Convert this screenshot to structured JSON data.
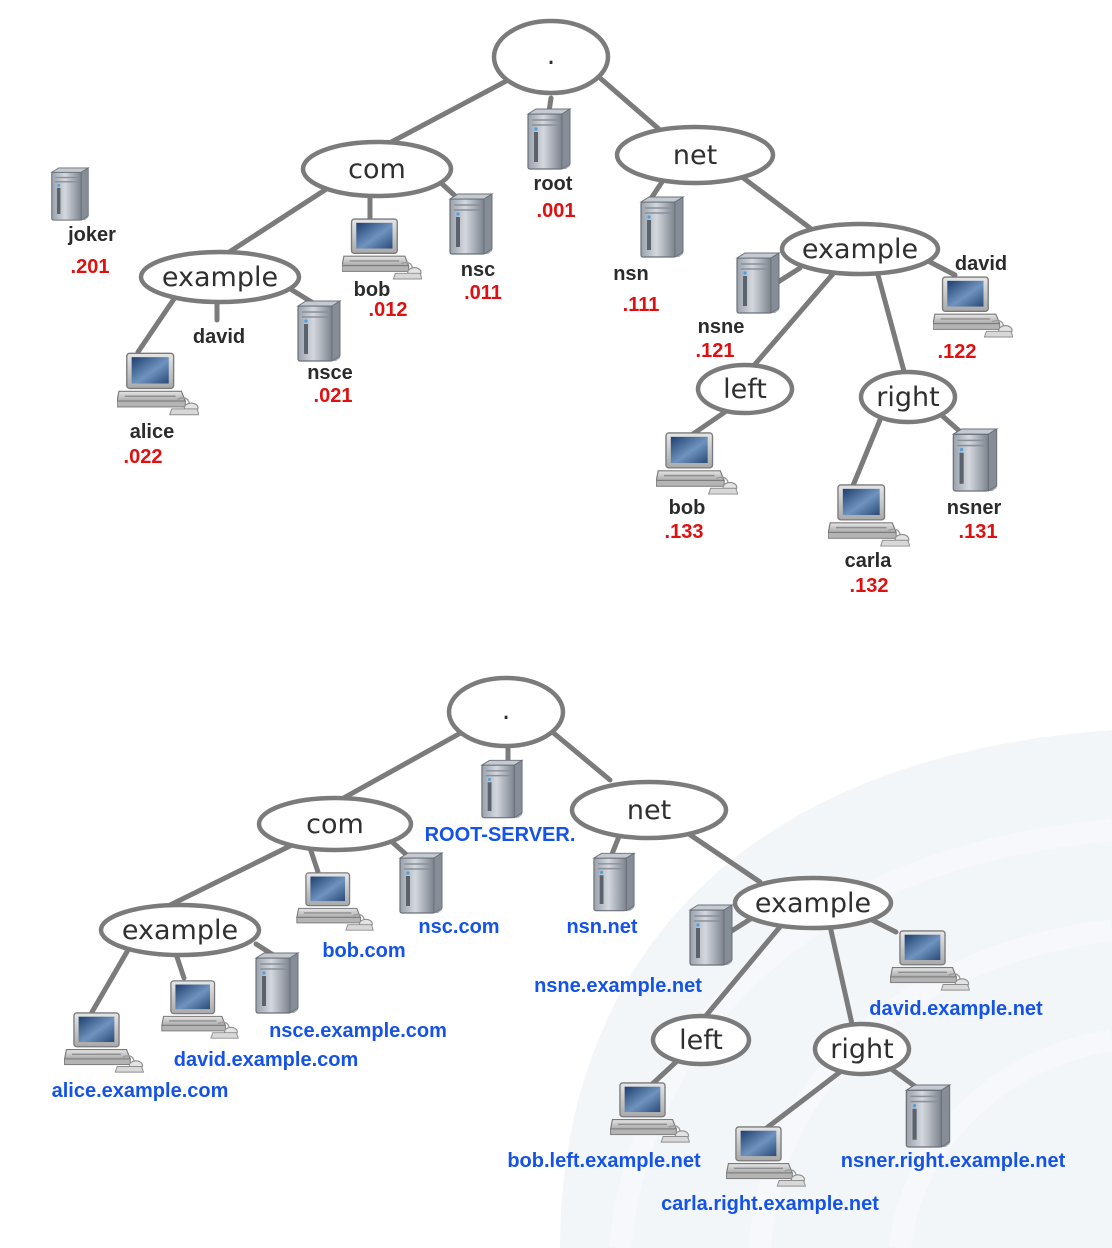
{
  "top_diagram": {
    "zones": {
      "root": ".",
      "com": "com",
      "net": "net",
      "example_com": "example",
      "example_net": "example",
      "left": "left",
      "right": "right"
    },
    "hosts": {
      "root": {
        "name": "root",
        "ip": ".001"
      },
      "joker": {
        "name": "joker",
        "ip": ".201"
      },
      "bob_com": {
        "name": "bob",
        "ip": ".012"
      },
      "nsc": {
        "name": "nsc",
        "ip": ".011"
      },
      "david_com": {
        "name": "david",
        "ip": ""
      },
      "nsce": {
        "name": "nsce",
        "ip": ".021"
      },
      "alice": {
        "name": "alice",
        "ip": ".022"
      },
      "nsn": {
        "name": "nsn",
        "ip": ".111"
      },
      "nsne": {
        "name": "nsne",
        "ip": ".121"
      },
      "david_net": {
        "name": "david",
        "ip": ".122"
      },
      "bob_left": {
        "name": "bob",
        "ip": ".133"
      },
      "carla": {
        "name": "carla",
        "ip": ".132"
      },
      "nsner": {
        "name": "nsner",
        "ip": ".131"
      }
    }
  },
  "bottom_diagram": {
    "zones": {
      "root": ".",
      "com": "com",
      "net": "net",
      "example_com": "example",
      "example_net": "example",
      "left": "left",
      "right": "right"
    },
    "hosts": {
      "root": "ROOT-SERVER.",
      "bob_com": "bob.com",
      "nsc": "nsc.com",
      "nsn": "nsn.net",
      "nsne": "nsne.example.net",
      "david_net": "david.example.net",
      "alice": "alice.example.com",
      "david_com": "david.example.com",
      "nsce": "nsce.example.com",
      "bob_left": "bob.left.example.net",
      "carla": "carla.right.example.net",
      "nsner": "nsner.right.example.net"
    }
  },
  "colors": {
    "edge": "#7b7b7b",
    "ip_label": "#e01010",
    "fqdn_label": "#1452e8",
    "host_label": "#2b2b2b"
  },
  "icons": {
    "server": "server-tower-icon",
    "workstation": "desktop-computer-icon"
  }
}
